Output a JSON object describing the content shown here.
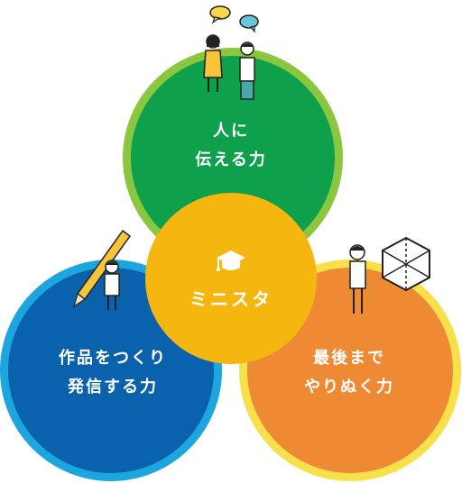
{
  "diagram": {
    "top": {
      "line1": "人に",
      "line2": "伝える力",
      "color": "#0fa04c",
      "ring": "#8bc63f"
    },
    "left": {
      "line1": "作品をつくり",
      "line2": "発信する力",
      "color": "#0a62ad",
      "ring": "#1da5de"
    },
    "right": {
      "line1": "最後まで",
      "line2": "やりぬく力",
      "color": "#ee8a33",
      "ring": "#f7e04a"
    },
    "center": {
      "brand": "ミニスタ",
      "icon": "graduation-cap-icon",
      "color": "#f6b610"
    }
  },
  "illustrations": [
    "people-talking-illustration",
    "person-with-pencil-illustration",
    "person-thinking-with-cube-illustration"
  ]
}
